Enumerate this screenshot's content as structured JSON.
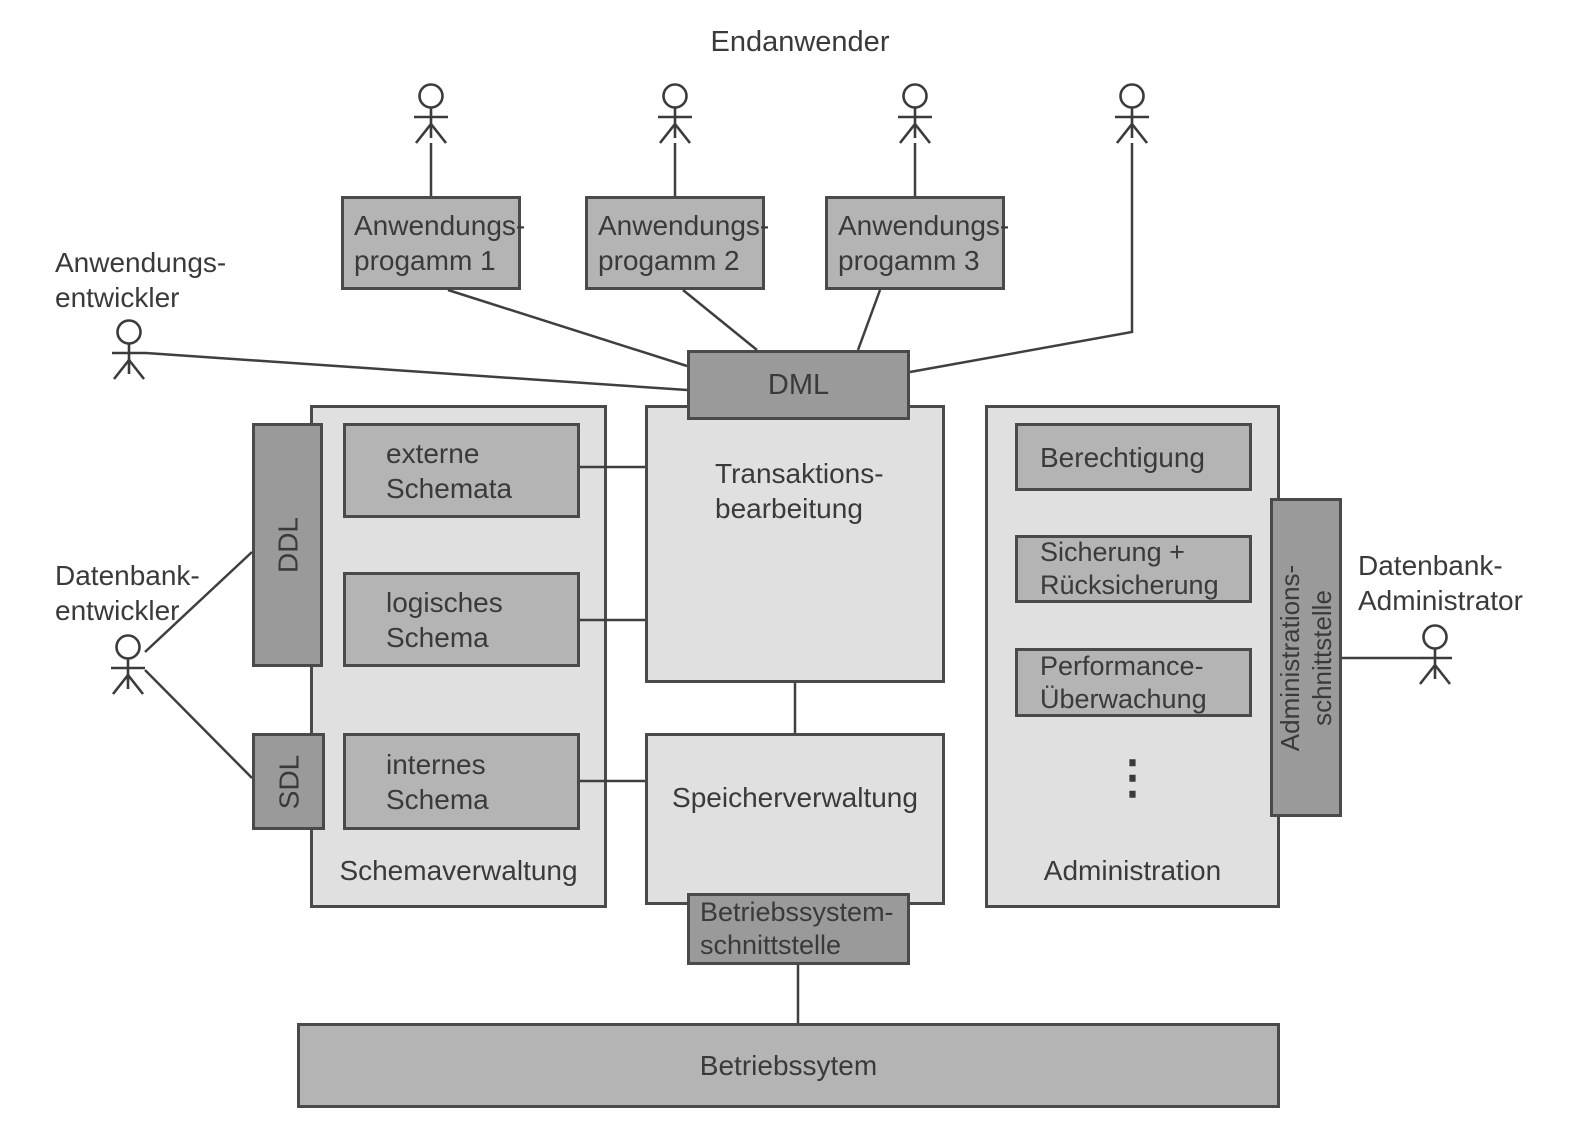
{
  "title": "Endanwender",
  "colors": {
    "background": "#ffffff",
    "container_fill": "#e0e0e0",
    "box_fill": "#b4b4b4",
    "dark_fill": "#9a9a9a",
    "border": "#4a4a4a",
    "line": "#3f3f3f",
    "text": "#3a3a3a"
  },
  "app_programs": [
    {
      "lines": [
        "Anwendungs-",
        "progamm 1"
      ]
    },
    {
      "lines": [
        "Anwendungs-",
        "progamm 2"
      ]
    },
    {
      "lines": [
        "Anwendungs-",
        "progamm 3"
      ]
    }
  ],
  "actors": {
    "anwendungsentwickler": {
      "lines": [
        "Anwendungs-",
        "entwickler"
      ]
    },
    "datenbankentwickler": {
      "lines": [
        "Datenbank-",
        "entwickler"
      ]
    },
    "datenbankadministrator": {
      "lines": [
        "Datenbank-",
        "Administrator"
      ]
    }
  },
  "interfaces": {
    "dml": "DML",
    "ddl": "DDL",
    "sdl": "SDL",
    "betriebssystem_schnittstelle": {
      "lines": [
        "Betriebssystem-",
        "schnittstelle"
      ]
    },
    "administrations_schnittstelle": {
      "lines": [
        "Administrations-",
        "schnittstelle"
      ]
    }
  },
  "schemaverwaltung": {
    "label": "Schemaverwaltung",
    "boxes": [
      {
        "lines": [
          "externe",
          "Schemata"
        ]
      },
      {
        "lines": [
          "logisches",
          "Schema"
        ]
      },
      {
        "lines": [
          "internes",
          "Schema"
        ]
      }
    ]
  },
  "kernel": {
    "transaktionsbearbeitung": {
      "lines": [
        "Transaktions-",
        "bearbeitung"
      ]
    },
    "speicherverwaltung": "Speicherverwaltung"
  },
  "administration": {
    "label": "Administration",
    "boxes": [
      {
        "lines": [
          "Berechtigung"
        ]
      },
      {
        "lines": [
          "Sicherung +",
          "Rücksicherung"
        ]
      },
      {
        "lines": [
          "Performance-",
          "Überwachung"
        ]
      }
    ],
    "ellipsis": "⋮"
  },
  "betriebssystem": "Betriebssytem"
}
